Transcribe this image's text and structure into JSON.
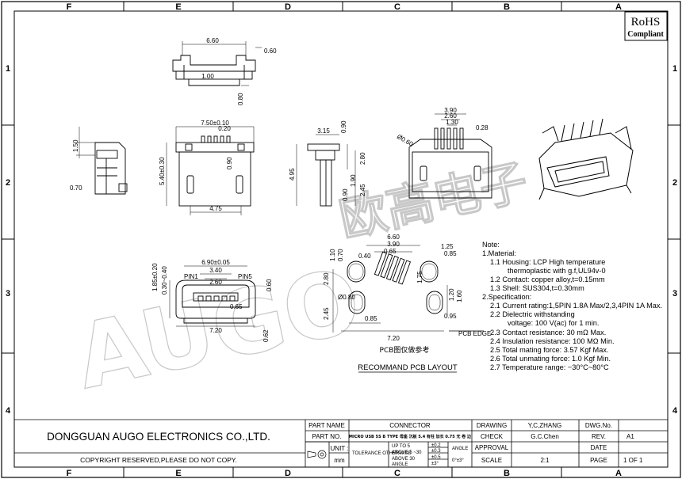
{
  "rohs": {
    "line1": "RoHS",
    "line2": "Compliant"
  },
  "frame": {
    "columns": [
      "F",
      "E",
      "D",
      "C",
      "B",
      "A"
    ],
    "rows": [
      "1",
      "2",
      "3",
      "4"
    ]
  },
  "watermark": {
    "text": "AUGO",
    "cn": "欧高电子"
  },
  "dimensions": {
    "top_view": [
      "6.60",
      "0.60",
      "1.00",
      "0.80"
    ],
    "side_view": [
      "1.50",
      "0.70"
    ],
    "front_view": [
      "7.50±0.10",
      "0.20",
      "5.40±0.30",
      "0.90",
      "4.75"
    ],
    "end_view": [
      "3.15",
      "0.90",
      "4.95",
      "2.80",
      "2.45",
      "0.90",
      "1.90"
    ],
    "bottom_view": [
      "3.90",
      "2.60",
      "1.30",
      "0.28",
      "Ø0.60"
    ],
    "mating_view": [
      "6.90±0.05",
      "3.40",
      "2.60",
      "0.65",
      "7.20",
      "PIN1",
      "PIN5",
      "1.85±0.20",
      "0.30~0.40",
      "0.60",
      "0.62"
    ],
    "pcb_layout": [
      "6.60",
      "3.90",
      "0.65",
      "0.40",
      "1.10",
      "0.70",
      "1.25",
      "0.85",
      "Ø0.80",
      "2.80",
      "2.45",
      "0.85",
      "7.20",
      "1.75",
      "1.20",
      "1.60",
      "0.95",
      "PCB EDGE"
    ]
  },
  "pcb_caption_cn": "PCB图仅做参考",
  "pcb_caption": "RECOMMAND  PCB  LAYOUT",
  "notes": [
    "Note:",
    "1.Material:",
    "1.1  Housing: LCP High temperature",
    "thermoplastic with g.f,UL94v-0",
    "1.2  Contact: copper alloy,t=0.15mm",
    "1.3  Shell: SUS304,t=0.30mm",
    "2.Specification:",
    "2.1  Current rating:1,5PIN 1.8A Max/2,3,4PIN 1A Max.",
    "2.2  Dielectric withstanding",
    "voltage: 100 V(ac) for 1 min.",
    "2.3  Contact resistance: 30 mΩ Max.",
    "2.4  Insulation resistance: 100 MΩ Min.",
    "2.5  Total mating force: 3.57 Kgf Max.",
    "2.6  Total unmating force: 1.0 Kgf Min.",
    "2.7  Temperature range: −30°C~80°C"
  ],
  "title_block": {
    "company": "DONGGUAN AUGO ELECTRONICS CO.,LTD.",
    "copyright": "COPYRIGHT RESERVED,PLEASE DO NOT COPY.",
    "part_name_label": "PART NAME",
    "part_name": "CONNECTOR",
    "part_no_label": "PART NO.",
    "part_no": "MICRO USB 5S B TYPE 母座 沉板 5.4 有柱 加长 0.75 无 卷 边",
    "unit_label": "UNIT :",
    "unit": "mm",
    "tolerance_label": "TOLERANCE OTHERWISE",
    "tolerance": [
      "UP TO 5",
      "ABOVE 5 ~30",
      "ABOVE 30"
    ],
    "tolerance_values": [
      "±0.2",
      "±0.3",
      "±0.5"
    ],
    "angle_label": "ANGLE",
    "angle_value": "±3°",
    "angle_head": "ANGLE",
    "angle_tol": "0°±3°",
    "drawing_label": "DRAWING",
    "drawing": "Y,C,ZHANG",
    "check_label": "CHECK",
    "check": "G.C.Chen",
    "approval_label": "APPROVAL",
    "scale_label": "SCALE",
    "scale": "2:1",
    "dwg_no_label": "DWG.No.",
    "rev_label": "REV.",
    "rev": "A1",
    "date_label": "DATE",
    "page_label": "PAGE",
    "page": "1  OF  1"
  }
}
